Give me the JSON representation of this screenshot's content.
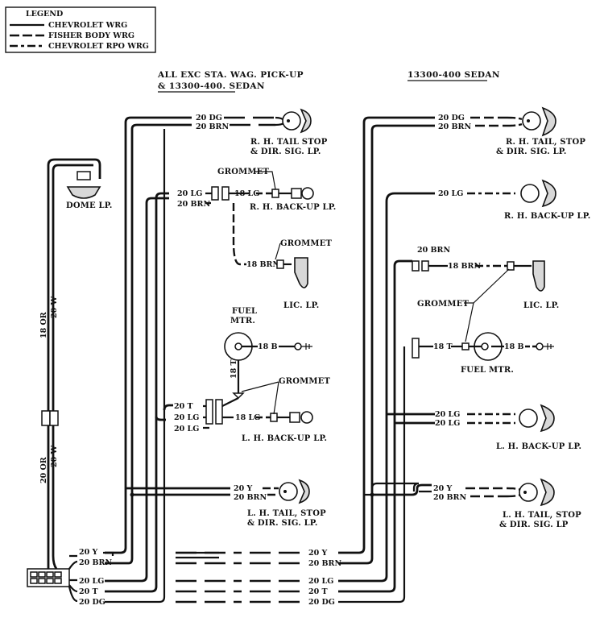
{
  "legend": {
    "title": "LEGEND",
    "items": [
      {
        "label": "CHEVROLET WRG",
        "style": "solid"
      },
      {
        "label": "FISHER BODY WRG",
        "style": "dashed"
      },
      {
        "label": "CHEVROLET RPO WRG",
        "style": "dash-dot"
      }
    ]
  },
  "headers": {
    "left_line1": "ALL EXC STA. WAG. PICK-UP",
    "left_line2": "& 13300-400. SEDAN",
    "right": "13300-400 SEDAN"
  },
  "wire_labels": {
    "dg20": "20 DG",
    "brn20": "20 BRN",
    "lg20": "20 LG",
    "t20": "20 T",
    "y20": "20 Y",
    "lg18": "18 LG",
    "brn18": "18 BRN",
    "b18": "18 B",
    "t18": "18 T",
    "or18": "18 OR",
    "w20": "20 W",
    "or20": "20 OR"
  },
  "components": {
    "rh_tail_l1": "R. H. TAIL STOP",
    "rh_tail_l2": "& DIR. SIG. LP.",
    "rh_backup": "R. H. BACK-UP LP.",
    "lic": "LIC. LP.",
    "fuel_l1": "FUEL",
    "fuel_l2": "MTR.",
    "fuel_mtr": "FUEL MTR.",
    "lh_backup": "L. H. BACK-UP LP.",
    "lh_tail_l1": "L. H. TAIL, STOP",
    "lh_tail_l2": "& DIR. SIG. LP.",
    "lh_tail_l2_right": "& DIR. SIG. LP",
    "rh_tail_r1": "R. H. TAIL, STOP",
    "rh_tail_r2": "& DIR. SIG. LP.",
    "dome": "DOME LP.",
    "grommet": "GROMMET"
  },
  "colors": {
    "ink": "#111111",
    "paper": "#ffffff"
  }
}
